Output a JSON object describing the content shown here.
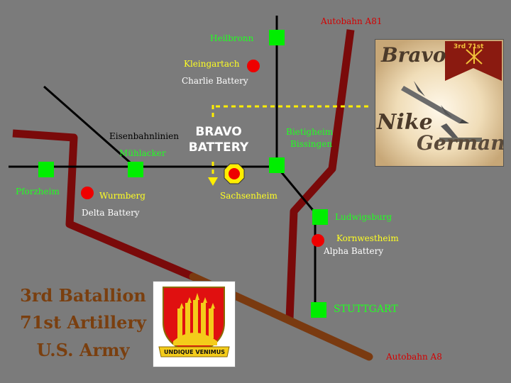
{
  "autobahn": {
    "a81": "Autobahn A81",
    "a8": "Autobahn A8"
  },
  "cities": {
    "heilbronn": "Heilbronn",
    "muhlacker": "Mühlacker",
    "pforzheim": "Pforzheim",
    "bietigheim": "Bietigheim",
    "bissingen": "Bissingen",
    "ludwigsburg": "Ludwigsburg",
    "stuttgart": "STUTTGART"
  },
  "sites": {
    "kleingartach": "Kleingartach",
    "charlie": "Charlie Battery",
    "wurmberg": "Wurmberg",
    "delta": "Delta Battery",
    "kornwestheim": "Kornwestheim",
    "alpha": "Alpha Battery",
    "sachsenheim": "Sachsenheim"
  },
  "rail_label": "Eisenbahnlinien",
  "bravo_battery": {
    "line1": "BRAVO",
    "line2": "BATTERY"
  },
  "unit_title": {
    "line1": "3rd Batallion",
    "line2": "71st Artillery",
    "line3": "U.S. Army"
  },
  "photo": {
    "word1": "Bravo",
    "word2": "Nike",
    "word3": "Germany",
    "flag_text": "3rd 71st"
  },
  "crest": {
    "motto": "UNDIQUE VENIMUS"
  },
  "colors": {
    "background": "#7b7b7b",
    "autobahn": "#7a0a0a",
    "b_road": "#7a3a10",
    "rail": "#000000",
    "city": "#00ee00",
    "battery": "#ee0000",
    "bravo_marker": "#ffee00"
  }
}
